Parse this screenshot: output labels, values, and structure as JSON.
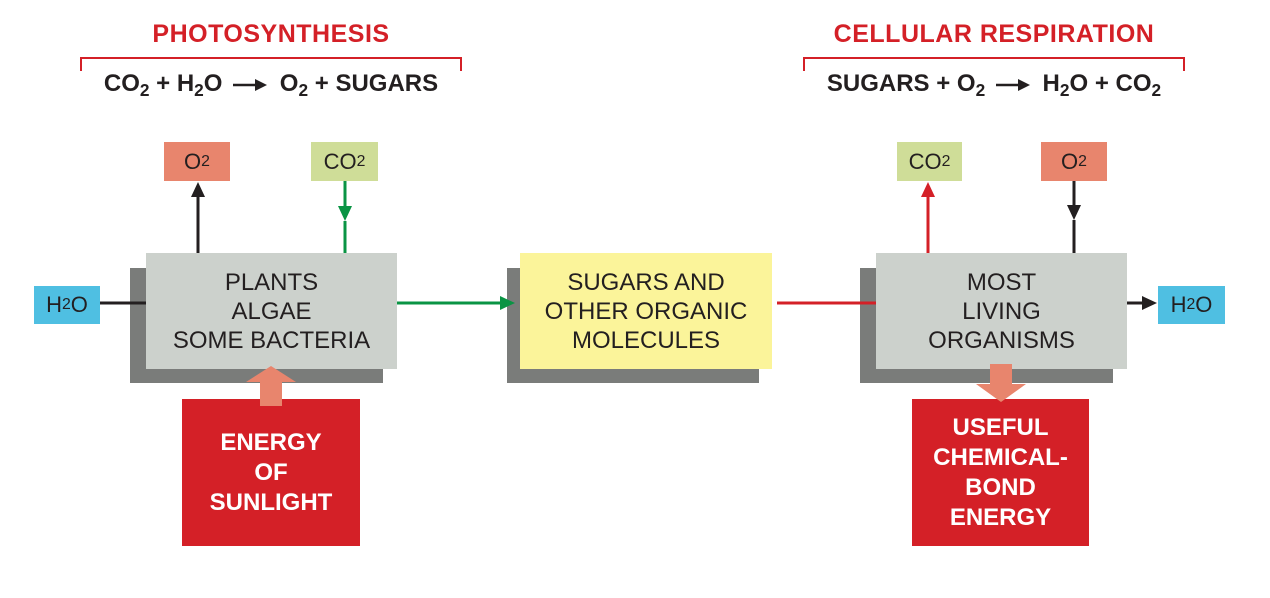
{
  "photosynthesis": {
    "title": "PHOTOSYNTHESIS",
    "equation": {
      "co2_a": "CO",
      "sub2_a": "2",
      "plus1": "+",
      "h2o_a": "H",
      "sub2_b": "2",
      "h2o_b": "O",
      "o2_a": "O",
      "sub2_c": "2",
      "plus2": "+",
      "sugars": "SUGARS"
    }
  },
  "respiration": {
    "title": "CELLULAR RESPIRATION",
    "equation": {
      "sugars": "SUGARS",
      "plus1": "+",
      "o2_a": "O",
      "sub2_a": "2",
      "h2o_a": "H",
      "sub2_b": "2",
      "h2o_b": "O",
      "plus2": "+",
      "co2_a": "CO",
      "sub2_c": "2"
    }
  },
  "chips": {
    "o2_left": {
      "base": "O",
      "sub": "2"
    },
    "co2_left": {
      "base": "CO",
      "sub": "2"
    },
    "h2o_left": {
      "base1": "H",
      "sub": "2",
      "base2": "O"
    },
    "co2_right": {
      "base": "CO",
      "sub": "2"
    },
    "o2_right": {
      "base": "O",
      "sub": "2"
    },
    "h2o_right": {
      "base1": "H",
      "sub": "2",
      "base2": "O"
    }
  },
  "boxes": {
    "plants": [
      "PLANTS",
      "ALGAE",
      "SOME BACTERIA"
    ],
    "sugars": [
      "SUGARS AND",
      "OTHER ORGANIC",
      "MOLECULES"
    ],
    "organisms": [
      "MOST",
      "LIVING",
      "ORGANISMS"
    ]
  },
  "energy": {
    "sunlight": [
      "ENERGY",
      "OF",
      "SUNLIGHT"
    ],
    "chemical": [
      "USEFUL",
      "CHEMICAL-",
      "BOND",
      "ENERGY"
    ]
  },
  "colors": {
    "red": "#d42027",
    "salmon": "#e8856d",
    "green_arrow": "#0a9444",
    "grey_box": "#ccd1cc",
    "yellow_box": "#fbf49a",
    "blue_chip": "#4fbfe2",
    "green_chip": "#cfdd98"
  }
}
